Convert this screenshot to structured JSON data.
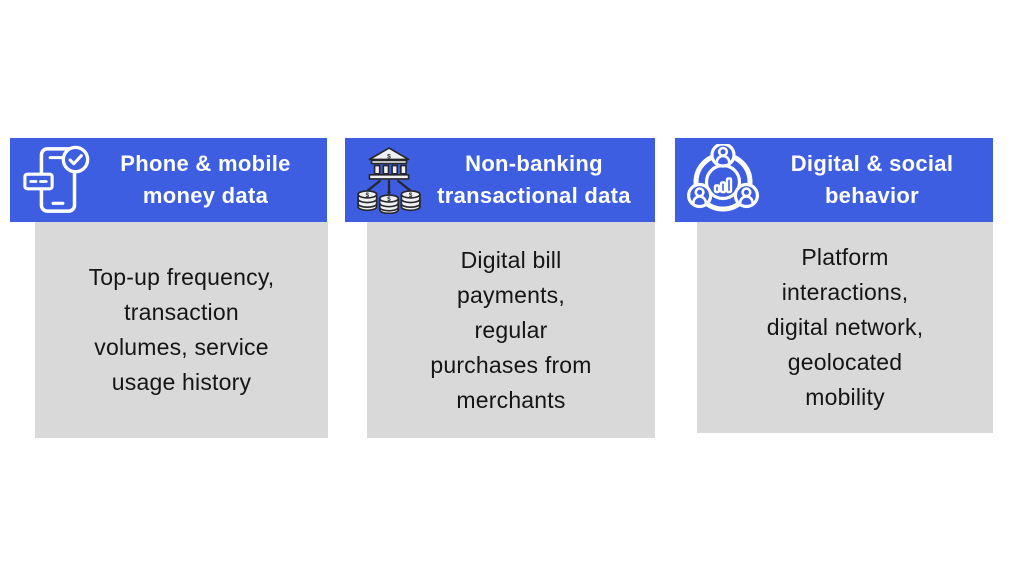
{
  "colors": {
    "background": "#ffffff",
    "header_bg": "#3d5ee1",
    "body_bg": "#d9d9d9",
    "header_text": "#ffffff",
    "body_text": "#151515",
    "bank_outline": "#26262b",
    "bank_fill": "#eef0f2"
  },
  "icons": {
    "dollar_glyph": "$"
  },
  "cards": [
    {
      "name": "phone-mobile-money-data",
      "icon": "phone-check-icon",
      "title_lines": [
        "Phone & mobile",
        "money data"
      ],
      "body_lines": [
        "Top-up frequency,",
        "transaction",
        "volumes, service",
        "usage history"
      ]
    },
    {
      "name": "non-banking-transactional-data",
      "icon": "bank-distribution-icon",
      "title_lines": [
        "Non-banking",
        "transactional data"
      ],
      "body_lines": [
        "Digital bill",
        "payments,",
        "regular",
        "purchases from",
        "merchants"
      ]
    },
    {
      "name": "digital-social-behavior",
      "icon": "social-network-icon",
      "title_lines": [
        "Digital & social",
        "behavior"
      ],
      "body_lines": [
        "Platform",
        "interactions,",
        "digital network,",
        "geolocated",
        "mobility"
      ]
    }
  ]
}
